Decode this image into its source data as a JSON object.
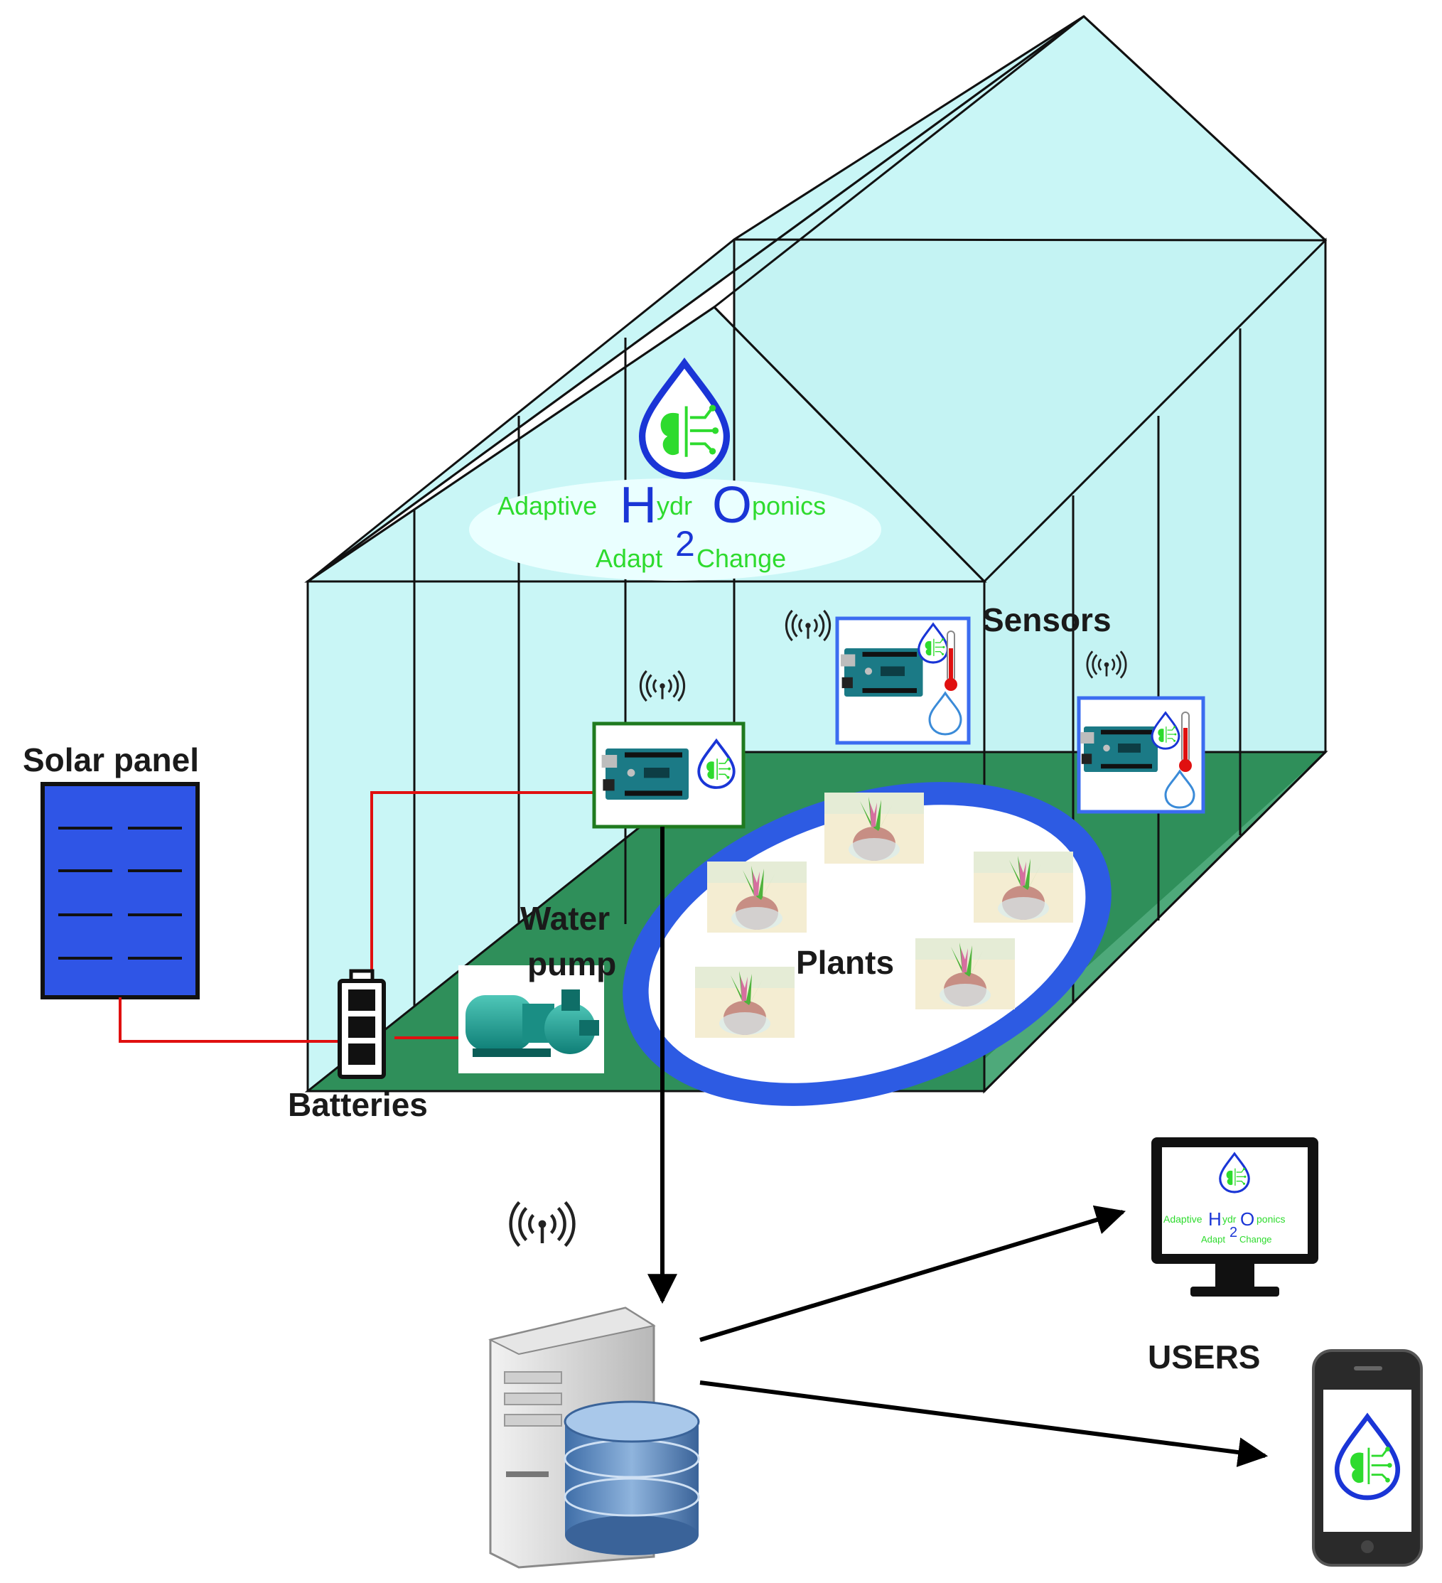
{
  "labels": {
    "solar_panel": "Solar panel",
    "batteries": "Batteries",
    "water_pump_line1": "Water",
    "water_pump_line2": "pump",
    "plants": "Plants",
    "sensors": "Sensors",
    "users": "USERS"
  },
  "logo": {
    "adaptive": "Adaptive",
    "h": "H",
    "ydr": "ydr",
    "o": "O",
    "ponics": "ponics",
    "adapt": "Adapt",
    "two": "2",
    "change": "Change"
  },
  "colors": {
    "glass": "#c9f6f6",
    "frame": "#111111",
    "floor": "#2f8f5a",
    "floor_right": "#4ea97a",
    "tank_ring": "#2d5be3",
    "wire": "#e01010",
    "logo_blue": "#1a35d6",
    "logo_green": "#2edb2e",
    "solar_blue": "#2f55e6",
    "controller_border": "#1f7a1f",
    "sensor_border": "#3b6cf0"
  }
}
